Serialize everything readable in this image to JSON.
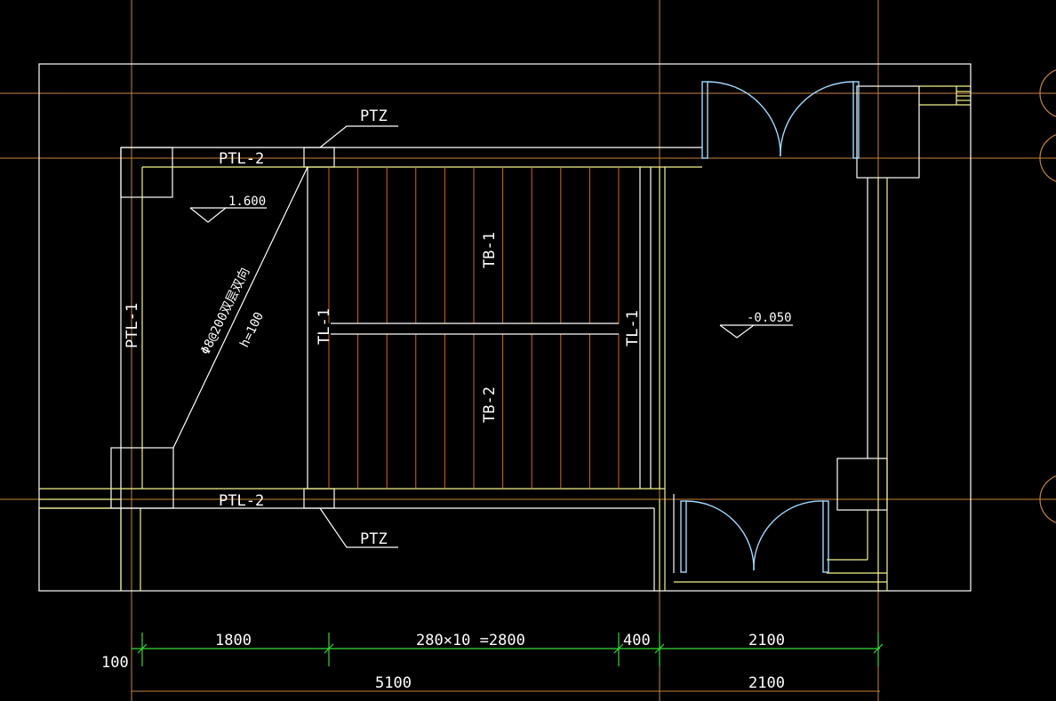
{
  "colors": {
    "background": "#000000",
    "axis": "#c8843c",
    "wall": "#ffffff",
    "beam": "#f4f48c",
    "stair": "#d2691e",
    "door": "#9fd8ff",
    "dimension": "#33dd33",
    "text": "#ffffff"
  },
  "labels": {
    "ptz_top": "PTZ",
    "ptz_bottom": "PTZ",
    "ptl2_top": "PTL-2",
    "ptl2_bottom": "PTL-2",
    "ptl1": "PTL-1",
    "tl1_left": "TL-1",
    "tl1_right": "TL-1",
    "tb1": "TB-1",
    "tb2": "TB-2",
    "elev_landing": "1.600",
    "elev_floor": "-0.050",
    "rebar_note": "Φ8@200双层双向",
    "rebar_h": "h=100"
  },
  "dimensions": {
    "row1": [
      "1800",
      "280×10 =2800",
      "400",
      "2100"
    ],
    "row2": [
      "5100",
      "2100"
    ],
    "left_offset": "100"
  }
}
